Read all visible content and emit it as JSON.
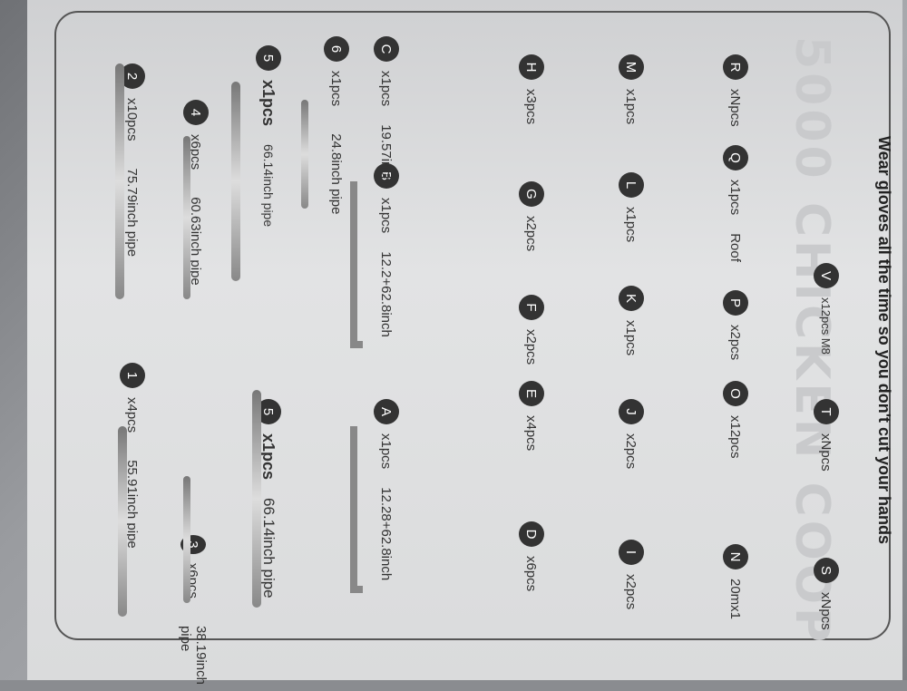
{
  "ghost_title": "5000 CHICKEN COOP",
  "items": [
    {
      "id": "1",
      "qty": "x4pcs",
      "desc": "55.91inch pipe"
    },
    {
      "id": "2",
      "qty": "x10pcs",
      "desc": "75.79inch pipe"
    },
    {
      "id": "3",
      "qty": "x6pcs",
      "desc": "38.19inch pipe"
    },
    {
      "id": "4",
      "qty": "x6pcs",
      "desc": "60.63inch pipe"
    },
    {
      "id": "5",
      "qty": "x1pcs",
      "desc": "66.14inch pipe"
    },
    {
      "id": "5b",
      "label": "5",
      "qty": "x1pcs",
      "desc": "66.14inch pipe"
    },
    {
      "id": "6",
      "qty": "x1pcs",
      "desc": "24.8inch pipe"
    },
    {
      "id": "A",
      "qty": "x1pcs",
      "desc": "12.28+62.8inch"
    },
    {
      "id": "B",
      "qty": "x1pcs",
      "desc": "12.2+62.8inch"
    },
    {
      "id": "C",
      "qty": "x1pcs",
      "desc": "19.57inch"
    },
    {
      "id": "D",
      "qty": "x6pcs",
      "desc": ""
    },
    {
      "id": "E",
      "qty": "x4pcs",
      "desc": ""
    },
    {
      "id": "F",
      "qty": "x2pcs",
      "desc": ""
    },
    {
      "id": "G",
      "qty": "x2pcs",
      "desc": ""
    },
    {
      "id": "H",
      "qty": "x3pcs",
      "desc": ""
    },
    {
      "id": "I",
      "qty": "x2pcs",
      "desc": ""
    },
    {
      "id": "J",
      "qty": "x2pcs",
      "desc": ""
    },
    {
      "id": "K",
      "qty": "x1pcs",
      "desc": ""
    },
    {
      "id": "L",
      "qty": "x1pcs",
      "desc": ""
    },
    {
      "id": "M",
      "qty": "x1pcs",
      "desc": ""
    },
    {
      "id": "N",
      "qty": "20mx1",
      "desc": ""
    },
    {
      "id": "O",
      "qty": "x12pcs",
      "desc": ""
    },
    {
      "id": "P",
      "qty": "x2pcs",
      "desc": ""
    },
    {
      "id": "Q",
      "qty": "x1pcs",
      "desc": "Roof"
    },
    {
      "id": "R",
      "qty": "xNpcs",
      "desc": ""
    },
    {
      "id": "S",
      "qty": "xNpcs",
      "desc": ""
    },
    {
      "id": "T",
      "qty": "xNpcs",
      "desc": ""
    },
    {
      "id": "V",
      "qty": "x12pcs M8",
      "desc": ""
    }
  ],
  "warning": "Wear gloves all the time so you don't cut your hands"
}
